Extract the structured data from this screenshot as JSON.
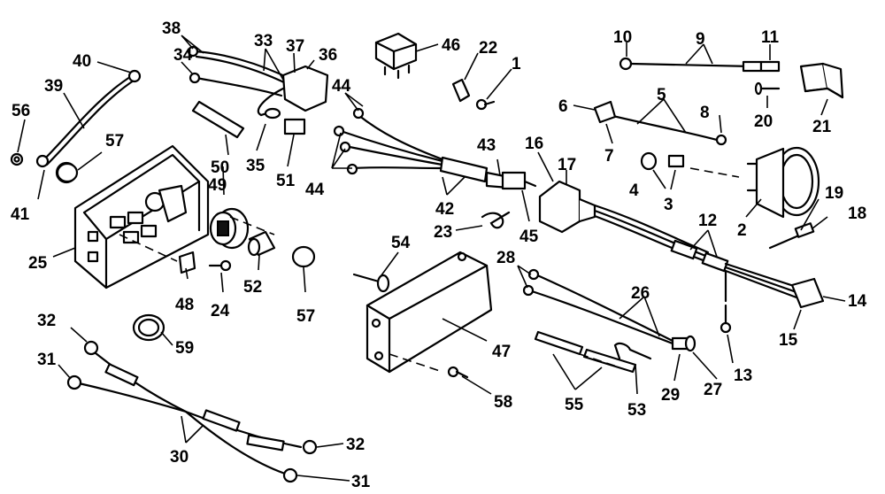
{
  "callouts": [
    {
      "id": "c1",
      "label": "1"
    },
    {
      "id": "c2",
      "label": "2"
    },
    {
      "id": "c3",
      "label": "3"
    },
    {
      "id": "c4",
      "label": "4"
    },
    {
      "id": "c5",
      "label": "5"
    },
    {
      "id": "c6",
      "label": "6"
    },
    {
      "id": "c7",
      "label": "7"
    },
    {
      "id": "c8",
      "label": "8"
    },
    {
      "id": "c9",
      "label": "9"
    },
    {
      "id": "c10",
      "label": "10"
    },
    {
      "id": "c11",
      "label": "11"
    },
    {
      "id": "c12",
      "label": "12"
    },
    {
      "id": "c13",
      "label": "13"
    },
    {
      "id": "c14",
      "label": "14"
    },
    {
      "id": "c15",
      "label": "15"
    },
    {
      "id": "c16",
      "label": "16"
    },
    {
      "id": "c17",
      "label": "17"
    },
    {
      "id": "c18",
      "label": "18"
    },
    {
      "id": "c19",
      "label": "19"
    },
    {
      "id": "c20",
      "label": "20"
    },
    {
      "id": "c21",
      "label": "21"
    },
    {
      "id": "c22",
      "label": "22"
    },
    {
      "id": "c23",
      "label": "23"
    },
    {
      "id": "c24",
      "label": "24"
    },
    {
      "id": "c25",
      "label": "25"
    },
    {
      "id": "c26",
      "label": "26"
    },
    {
      "id": "c27",
      "label": "27"
    },
    {
      "id": "c28",
      "label": "28"
    },
    {
      "id": "c29",
      "label": "29"
    },
    {
      "id": "c30",
      "label": "30"
    },
    {
      "id": "c31a",
      "label": "31"
    },
    {
      "id": "c31b",
      "label": "31"
    },
    {
      "id": "c32a",
      "label": "32"
    },
    {
      "id": "c32b",
      "label": "32"
    },
    {
      "id": "c33",
      "label": "33"
    },
    {
      "id": "c34",
      "label": "34"
    },
    {
      "id": "c35",
      "label": "35"
    },
    {
      "id": "c36",
      "label": "36"
    },
    {
      "id": "c37",
      "label": "37"
    },
    {
      "id": "c38",
      "label": "38"
    },
    {
      "id": "c39",
      "label": "39"
    },
    {
      "id": "c40",
      "label": "40"
    },
    {
      "id": "c41",
      "label": "41"
    },
    {
      "id": "c42",
      "label": "42"
    },
    {
      "id": "c43",
      "label": "43"
    },
    {
      "id": "c44a",
      "label": "44"
    },
    {
      "id": "c44b",
      "label": "44"
    },
    {
      "id": "c45",
      "label": "45"
    },
    {
      "id": "c46",
      "label": "46"
    },
    {
      "id": "c47",
      "label": "47"
    },
    {
      "id": "c48",
      "label": "48"
    },
    {
      "id": "c49",
      "label": "49"
    },
    {
      "id": "c50",
      "label": "50"
    },
    {
      "id": "c51",
      "label": "51"
    },
    {
      "id": "c52",
      "label": "52"
    },
    {
      "id": "c53",
      "label": "53"
    },
    {
      "id": "c54",
      "label": "54"
    },
    {
      "id": "c55",
      "label": "55"
    },
    {
      "id": "c56",
      "label": "56"
    },
    {
      "id": "c57a",
      "label": "57"
    },
    {
      "id": "c57b",
      "label": "57"
    },
    {
      "id": "c58",
      "label": "58"
    },
    {
      "id": "c59",
      "label": "59"
    }
  ]
}
